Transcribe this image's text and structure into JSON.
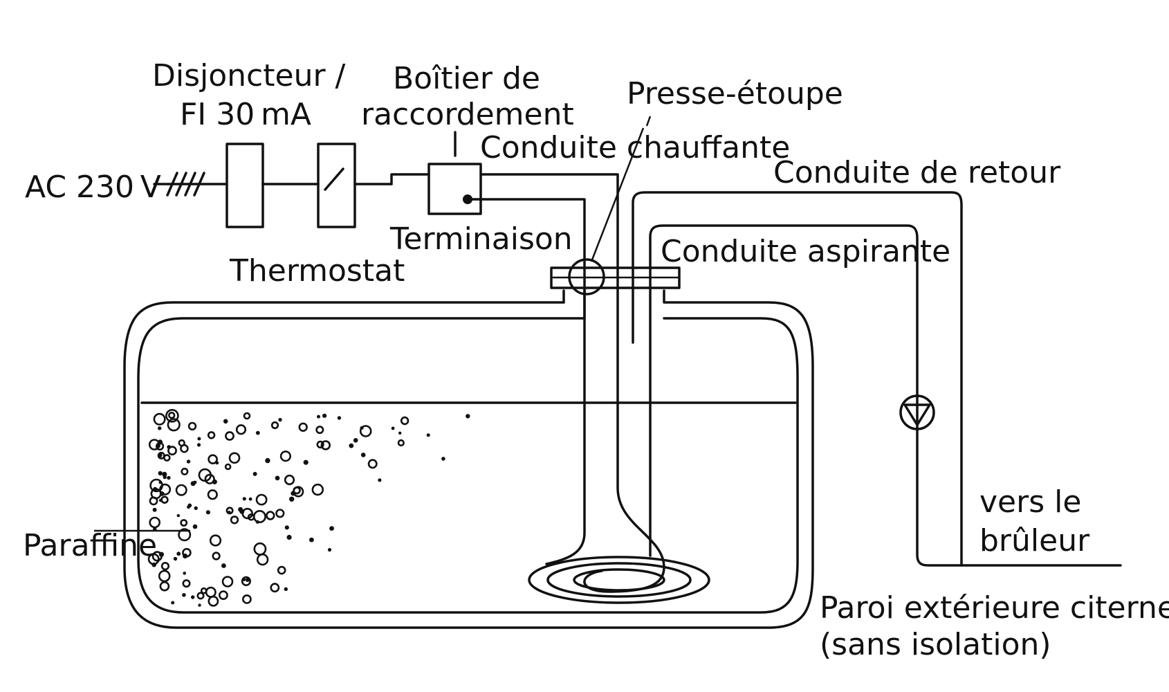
{
  "diagram": {
    "labels": {
      "supply": "AC 230 V",
      "breaker_line1": "Disjoncteur /",
      "breaker_line2": "FI 30 mA",
      "box_line1": "Boîtier de",
      "box_line2": "raccordement",
      "gland": "Presse-étoupe",
      "heating_line": "Conduite chauffante",
      "return_line": "Conduite de retour",
      "termination": "Terminaison",
      "suction_line": "Conduite aspirante",
      "thermostat": "Thermostat",
      "paraffin": "Paraffine",
      "burner_line1": "vers le",
      "burner_line2": "brûleur",
      "wall_line1": "Paroi extérieure citerne",
      "wall_line2": "(sans isolation)"
    },
    "icons": {
      "pump": "pump-triangle-icon",
      "termination": "termination-dot-icon"
    },
    "colors": {
      "stroke": "#111111",
      "background": "#ffffff"
    }
  }
}
